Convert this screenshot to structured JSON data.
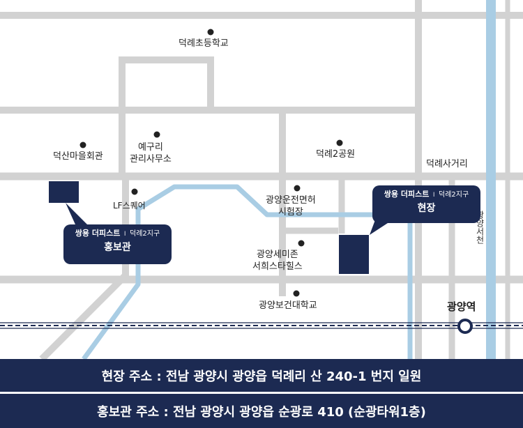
{
  "map": {
    "places": [
      {
        "name": "덕례초등학교"
      },
      {
        "name": "덕산마을회관"
      },
      {
        "name": "예구리\n관리사무소"
      },
      {
        "name": "덕례2공원"
      },
      {
        "name": "덕례사거리"
      },
      {
        "name": "LF스퀘어"
      },
      {
        "name": "광양운전면허\n시험장"
      },
      {
        "name": "광양세미존\n서희스타힐스"
      },
      {
        "name": "광양보건대학교"
      }
    ],
    "road_name": "광양서천",
    "station": "광양역",
    "callouts": {
      "site": {
        "brand": "쌍용 더피스트",
        "sep": "I",
        "sub": "덕례2지구",
        "label": "현장"
      },
      "promo": {
        "brand": "쌍용 더피스트",
        "sep": "I",
        "sub": "덕례2지구",
        "label": "홍보관"
      }
    },
    "colors": {
      "navy": "#1c2a52",
      "road": "#d2d2d2",
      "river": "#a9cde4",
      "rail": "#1c2a52"
    }
  },
  "addresses": {
    "site": "현장 주소 : 전남 광양시 광양읍 덕례리 산 240-1 번지 일원",
    "promo": "홍보관 주소 : 전남 광양시 광양읍 순광로 410 (순광타워1층)"
  }
}
